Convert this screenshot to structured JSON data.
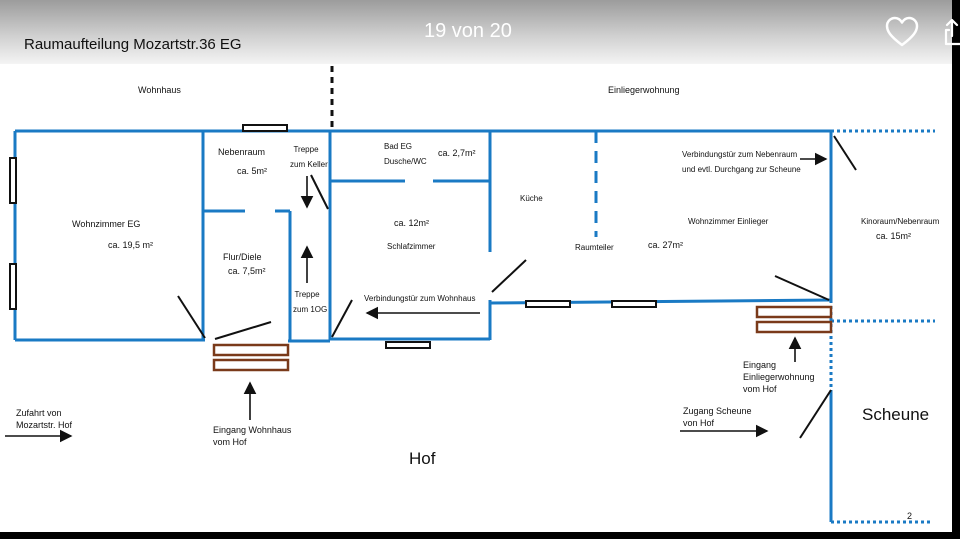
{
  "viewer": {
    "counter": "19 von 20",
    "favorite_icon": "heart-icon",
    "share_icon": "share-icon"
  },
  "plan": {
    "title": "Raumaufteilung Mozartstr.36  EG",
    "section_left": "Wohnhaus",
    "section_right": "Einliegerwohnung",
    "rooms": {
      "wohnzimmer_name": "Wohnzimmer EG",
      "wohnzimmer_area": "ca. 19,5  m²",
      "nebenraum_name": "Nebenraum",
      "nebenraum_area": "ca. 5m²",
      "treppe_keller_1": "Treppe",
      "treppe_keller_2": "zum Keller",
      "flur_name": "Flur/Diele",
      "flur_area": "ca. 7,5m²",
      "treppe_og_1": "Treppe",
      "treppe_og_2": "zum 1OG",
      "bad_1": "Bad EG",
      "bad_2": "Dusche/WC",
      "bad_area": "ca. 2,7m²",
      "schlaf_area": "ca. 12m²",
      "schlaf_name": "Schlafzimmer",
      "verbindung_wohnhaus": "Verbindungstür zum Wohnhaus",
      "kueche": "Küche",
      "raumteiler": "Raumteiler",
      "wohn_einl_name": "Wohnzimmer Einlieger",
      "wohn_einl_area": "ca. 27m²",
      "verbindung_neben_1": "Verbindungstür zum Nebenraum",
      "verbindung_neben_2": "und evtl. Durchgang zur Scheune",
      "kino_name": "Kinoraum/Nebenraum",
      "kino_area": "ca. 15m²"
    },
    "outside": {
      "zufahrt_1": "Zufahrt von",
      "zufahrt_2": "Mozartstr. Hof",
      "eingang_wohnhaus_1": "Eingang Wohnhaus",
      "eingang_wohnhaus_2": "vom Hof",
      "hof": "Hof",
      "zugang_scheune_1": "Zugang Scheune",
      "zugang_scheune_2": "von Hof",
      "eingang_einl_1": "Eingang",
      "eingang_einl_2": "Einliegerwohnung",
      "eingang_einl_3": "vom Hof",
      "scheune": "Scheune",
      "page_no": "2"
    },
    "colors": {
      "wall": "#1a7ac4",
      "step": "#7a3a1a",
      "ink": "#111111"
    }
  }
}
